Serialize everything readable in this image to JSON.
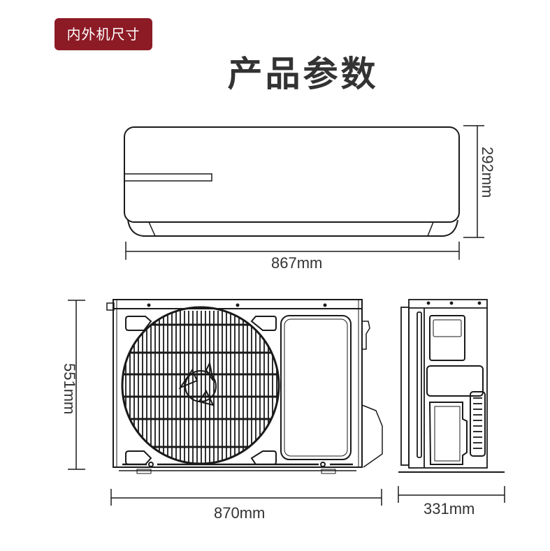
{
  "badge": {
    "label": "内外机尺寸",
    "color": "#8c1b26"
  },
  "title": "产品参数",
  "indoor_unit": {
    "width_label": "867mm",
    "height_label": "292mm"
  },
  "outdoor_unit": {
    "front_width_label": "870mm",
    "height_label": "551mm",
    "side_depth_label": "331mm"
  },
  "colors": {
    "text": "#333333",
    "line": "#1a1a1a",
    "background": "#ffffff"
  }
}
